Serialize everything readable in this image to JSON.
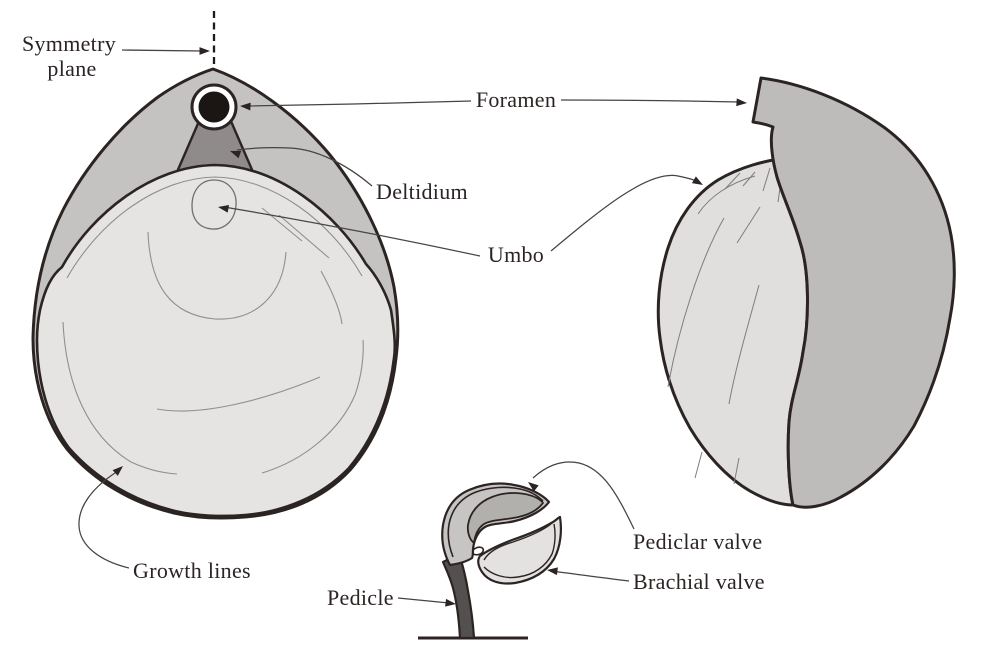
{
  "diagram": {
    "labels": {
      "symmetry_plane": {
        "line1": "Symmetry",
        "line2": "plane"
      },
      "foramen": "Foramen",
      "deltidium": "Deltidium",
      "umbo": "Umbo",
      "growth_lines": "Growth lines",
      "pedicle": "Pedicle",
      "pediclar_valve": "Pediclar valve",
      "brachial_valve": "Brachial valve"
    },
    "colors": {
      "background": "#ffffff",
      "outline": "#2b2423",
      "outer_valve_gray": "#c4c3c2",
      "deltidium_gray": "#8f8b8a",
      "inner_valve_gray": "#e5e4e3",
      "foramen_black": "#1b1514",
      "foramen_ring_white": "#ffffff",
      "lateral_pedicle_valve_gray": "#bdbcbb",
      "lateral_brachial_valve_gray": "#e0dfde",
      "pedicle_stalk_gray": "#54504f",
      "small_upper_valve_gray": "#c6c5c4",
      "small_upper_valve_inner_gray": "#b1b0ad",
      "small_lower_valve_gray": "#e3e2e1",
      "leader_line_gray": "#474340",
      "growth_line_gray": "#8f8f8f"
    }
  }
}
